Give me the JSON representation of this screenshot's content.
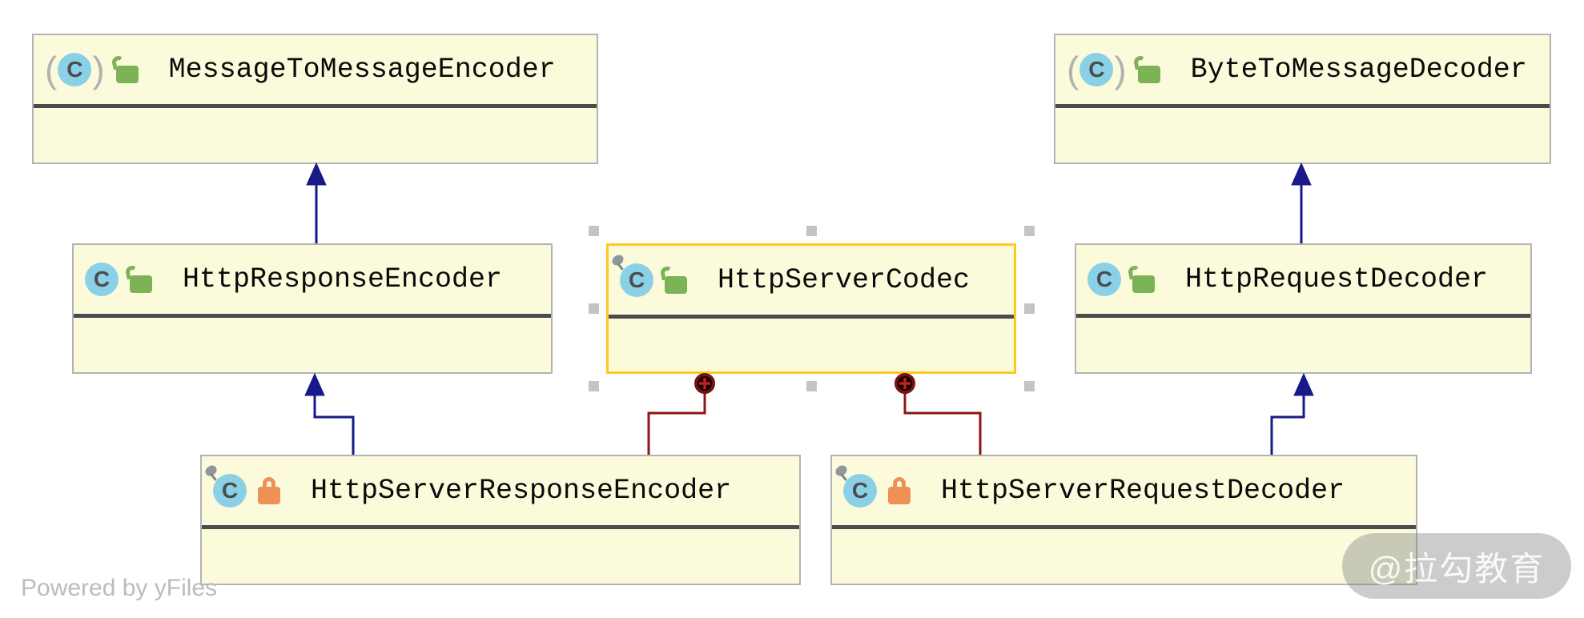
{
  "diagram": {
    "tool_credit": "Powered by yFiles",
    "watermark": "@拉勾教育",
    "classes": [
      {
        "name": "MessageToMessageEncoder",
        "kind": "class",
        "abstract": true,
        "final": false,
        "visibility": "public",
        "selected": false
      },
      {
        "name": "ByteToMessageDecoder",
        "kind": "class",
        "abstract": true,
        "final": false,
        "visibility": "public",
        "selected": false
      },
      {
        "name": "HttpResponseEncoder",
        "kind": "class",
        "abstract": false,
        "final": false,
        "visibility": "public",
        "selected": false
      },
      {
        "name": "HttpServerCodec",
        "kind": "class",
        "abstract": false,
        "final": true,
        "visibility": "public",
        "selected": true
      },
      {
        "name": "HttpRequestDecoder",
        "kind": "class",
        "abstract": false,
        "final": false,
        "visibility": "public",
        "selected": false
      },
      {
        "name": "HttpServerResponseEncoder",
        "kind": "class",
        "abstract": false,
        "final": true,
        "visibility": "package-private",
        "selected": false
      },
      {
        "name": "HttpServerRequestDecoder",
        "kind": "class",
        "abstract": false,
        "final": true,
        "visibility": "package-private",
        "selected": false
      }
    ],
    "relationships": [
      {
        "from": "HttpResponseEncoder",
        "to": "MessageToMessageEncoder",
        "type": "extends"
      },
      {
        "from": "HttpRequestDecoder",
        "to": "ByteToMessageDecoder",
        "type": "extends"
      },
      {
        "from": "HttpServerResponseEncoder",
        "to": "HttpResponseEncoder",
        "type": "extends"
      },
      {
        "from": "HttpServerRequestDecoder",
        "to": "HttpRequestDecoder",
        "type": "extends"
      },
      {
        "from": "HttpServerCodec",
        "to": "HttpServerResponseEncoder",
        "type": "inner-class-anchor"
      },
      {
        "from": "HttpServerCodec",
        "to": "HttpServerRequestDecoder",
        "type": "inner-class-anchor"
      }
    ],
    "colors": {
      "node_fill": "#fbfbdc",
      "node_border": "#b3b3b3",
      "selection_border": "#ffc820",
      "inheritance_line": "#191989",
      "inner_class_line": "#8c1717",
      "anchor_plus": "#ce1a1a"
    }
  }
}
